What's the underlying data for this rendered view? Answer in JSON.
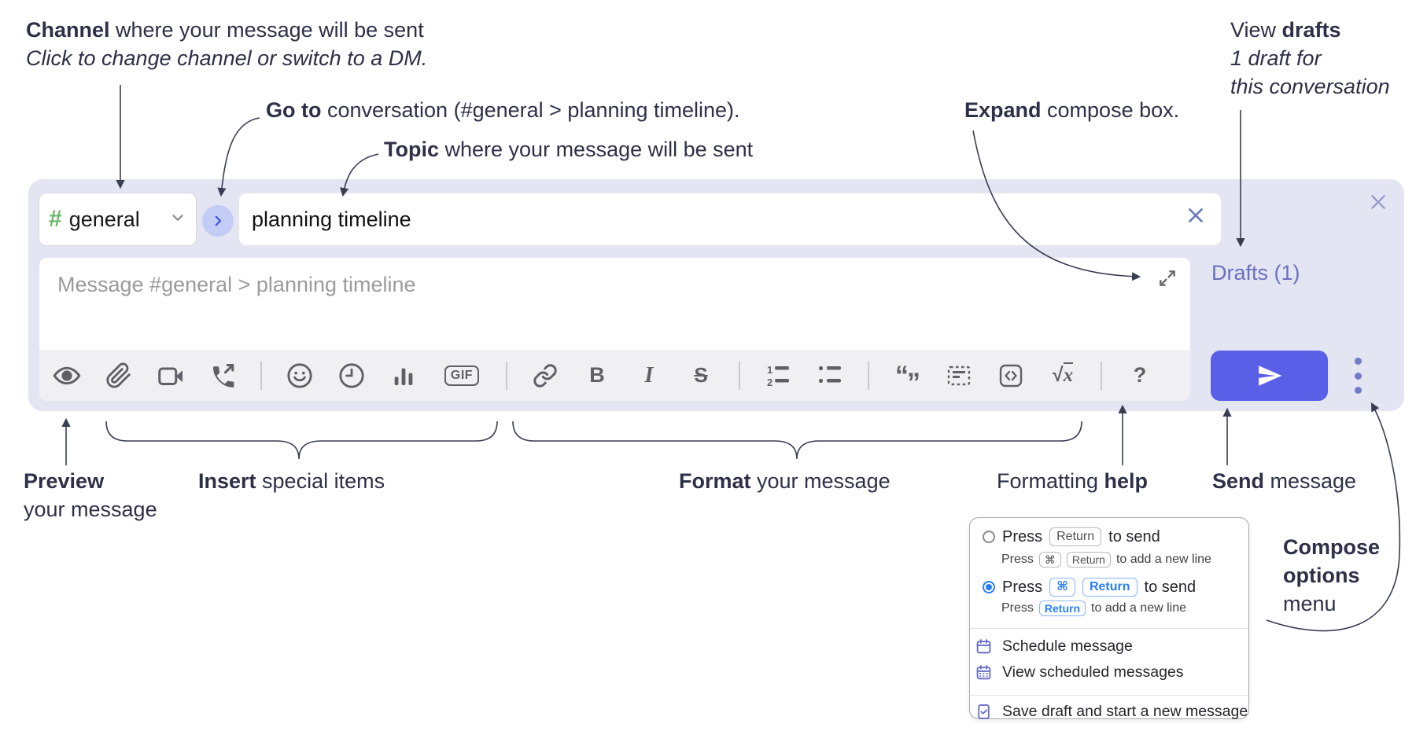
{
  "annotations": {
    "channel_line1_bold": "Channel",
    "channel_line1_rest": " where your message will be sent",
    "channel_line2": "Click to change channel or switch to a DM.",
    "goto_bold": "Go to",
    "goto_rest": " conversation (#general > planning timeline).",
    "topic_bold": "Topic",
    "topic_rest": " where your message will be sent",
    "expand_bold": "Expand",
    "expand_rest": " compose box.",
    "drafts_line1_pre": "View ",
    "drafts_line1_bold": "drafts",
    "drafts_line2": "1 draft for",
    "drafts_line3": "this conversation",
    "preview_bold": "Preview",
    "preview_line2": "your message",
    "insert_bold": "Insert",
    "insert_rest": " special items",
    "format_bold": "Format",
    "format_rest": " your message",
    "help_pre": "Formatting ",
    "help_bold": "help",
    "send_bold": "Send",
    "send_rest": " message",
    "compose_line1": "Compose",
    "compose_line2": "options",
    "compose_line3": "menu"
  },
  "compose": {
    "channel_hash": "#",
    "channel_name": "general",
    "topic_value": "planning timeline",
    "message_placeholder": "Message #general > planning timeline",
    "drafts_label": "Drafts (1)"
  },
  "toolbar": {
    "gif": "GIF",
    "bold": "B",
    "italic": "I",
    "strike": "S",
    "ol_1": "1",
    "ol_2": "2",
    "quote_open": "“",
    "quote_close": "”",
    "math_root": "√",
    "math_var": "x",
    "help": "?"
  },
  "popup": {
    "option1": {
      "press": "Press",
      "key": "Return",
      "suffix": "to send",
      "sub_press": "Press",
      "sub_key1": "⌘",
      "sub_key2": "Return",
      "sub_suffix": "to add a new line"
    },
    "option2": {
      "press": "Press",
      "key1": "⌘",
      "key2": "Return",
      "suffix": "to send",
      "sub_press": "Press",
      "sub_key": "Return",
      "sub_suffix": "to add a new line"
    },
    "items": [
      {
        "label": "Schedule message"
      },
      {
        "label": "View scheduled messages"
      },
      {
        "label": "Save draft and start a new message"
      }
    ]
  },
  "colors": {
    "panel_bg": "#e3e5f3",
    "send_button": "#5a5fe8",
    "drafts_link": "#6b6fc0",
    "hash_green": "#69b865",
    "radio_selected": "#2a7ff5",
    "key_blue": "#2a7ff5",
    "icon_gray": "#5f6066",
    "menu_icon_purple": "#6a6fc7",
    "annotation_text": "#2d3047",
    "jump_circle_bg": "#c3ccf4",
    "jump_chevron": "#3a57d7"
  }
}
